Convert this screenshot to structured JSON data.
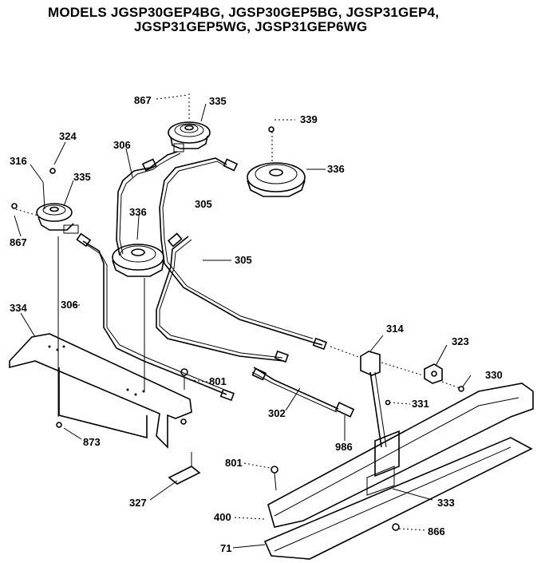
{
  "title": {
    "line1": "MODELS JGSP30GEP4BG, JGSP30GEP5BG, JGSP31GEP4,",
    "line2": "JGSP31GEP5WG, JGSP31GEP6WG"
  },
  "labels": {
    "l867a": "867",
    "l335a": "335",
    "l339": "339",
    "l324": "324",
    "l306a": "306",
    "l336a": "336",
    "l316": "316",
    "l335b": "335",
    "l336b": "336",
    "l305a": "305",
    "l867b": "867",
    "l305b": "305",
    "l306b": "306",
    "l334": "334",
    "l314": "314",
    "l323": "323",
    "l801a": "801",
    "l330": "330",
    "l331": "331",
    "l302": "302",
    "l873": "873",
    "l986": "986",
    "l801b": "801",
    "l333": "333",
    "l327": "327",
    "l400": "400",
    "l866": "866",
    "l71": "71"
  }
}
